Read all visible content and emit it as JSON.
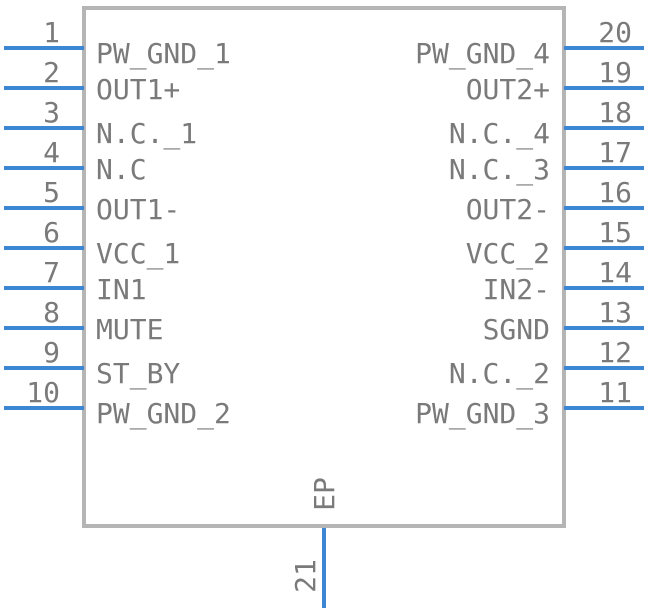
{
  "colors": {
    "pin_line": "#3b87d4",
    "body_outline": "#b5b5b5",
    "text": "#7a7a7a"
  },
  "pins_left": [
    {
      "number": "1",
      "name": "PW_GND_1"
    },
    {
      "number": "2",
      "name": "OUT1+"
    },
    {
      "number": "3",
      "name": "N.C._1"
    },
    {
      "number": "4",
      "name": "N.C"
    },
    {
      "number": "5",
      "name": "OUT1-"
    },
    {
      "number": "6",
      "name": "VCC_1"
    },
    {
      "number": "7",
      "name": "IN1"
    },
    {
      "number": "8",
      "name": "MUTE"
    },
    {
      "number": "9",
      "name": "ST_BY"
    },
    {
      "number": "10",
      "name": "PW_GND_2"
    }
  ],
  "pins_right": [
    {
      "number": "20",
      "name": "PW_GND_4"
    },
    {
      "number": "19",
      "name": "OUT2+"
    },
    {
      "number": "18",
      "name": "N.C._4"
    },
    {
      "number": "17",
      "name": "N.C._3"
    },
    {
      "number": "16",
      "name": "OUT2-"
    },
    {
      "number": "15",
      "name": "VCC_2"
    },
    {
      "number": "14",
      "name": "IN2-"
    },
    {
      "number": "13",
      "name": "SGND"
    },
    {
      "number": "12",
      "name": "N.C._2"
    },
    {
      "number": "11",
      "name": "PW_GND_3"
    }
  ],
  "pins_bottom": [
    {
      "number": "21",
      "name": "EP"
    }
  ]
}
